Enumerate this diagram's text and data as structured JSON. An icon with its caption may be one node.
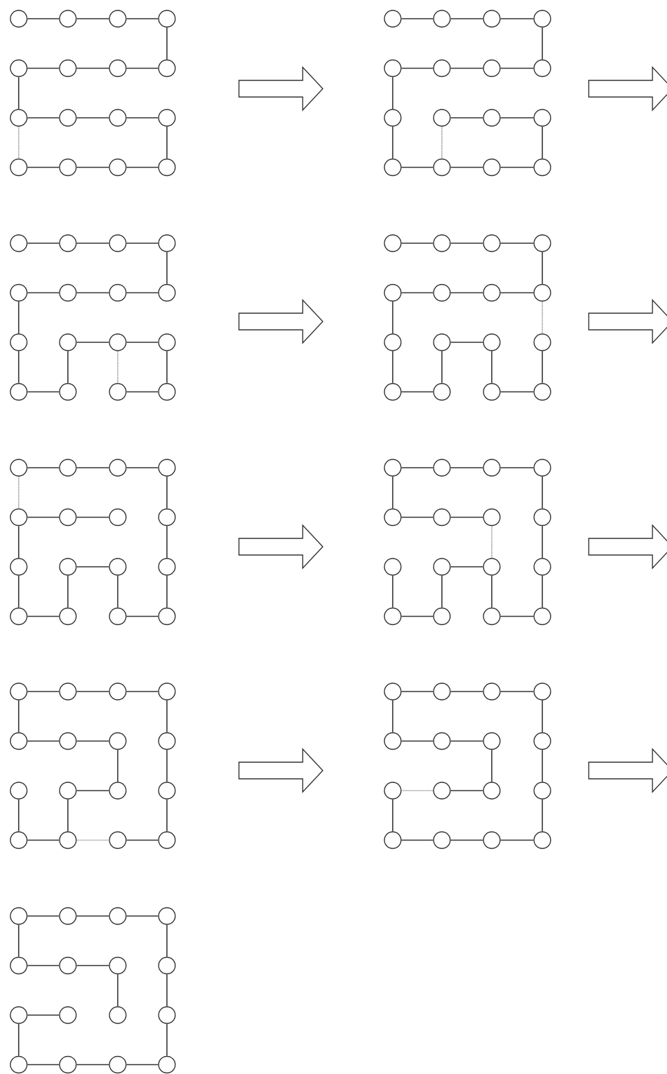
{
  "diagram": {
    "nodes": [
      {
        "text": [],
        "shape": "circle"
      },
      {
        "text": [],
        "shape": "circle"
      },
      {
        "text": [],
        "shape": "circle"
      },
      {
        "text": [],
        "shape": "circle"
      },
      {
        "text": [],
        "shape": "circle"
      },
      {
        "text": [],
        "shape": "circle"
      },
      {
        "text": [],
        "shape": "circle"
      },
      {
        "text": [],
        "shape": "circle"
      },
      {
        "text": [],
        "shape": "circle"
      },
      {
        "text": [],
        "shape": "circle"
      },
      {
        "text": [],
        "shape": "circle"
      },
      {
        "text": [],
        "shape": "circle"
      },
      {
        "text": [],
        "shape": "circle"
      },
      {
        "text": [],
        "shape": "circle"
      },
      {
        "text": [],
        "shape": "circle"
      },
      {
        "text": [],
        "shape": "circle"
      },
      {
        "text": [],
        "shape": "circle"
      },
      {
        "text": [],
        "shape": "circle"
      },
      {
        "text": [],
        "shape": "circle"
      },
      {
        "text": [],
        "shape": "circle"
      },
      {
        "text": [],
        "shape": "circle"
      },
      {
        "text": [],
        "shape": "circle"
      },
      {
        "text": [],
        "shape": "circle"
      },
      {
        "text": [],
        "shape": "circle"
      },
      {
        "text": [],
        "shape": "circle"
      },
      {
        "text": [],
        "shape": "circle"
      },
      {
        "text": [],
        "shape": "circle"
      },
      {
        "text": [],
        "shape": "circle"
      },
      {
        "text": [],
        "shape": "circle"
      },
      {
        "text": [],
        "shape": "circle"
      },
      {
        "text": [],
        "shape": "circle"
      },
      {
        "text": [],
        "shape": "circle"
      },
      {
        "text": [],
        "shape": "circle"
      },
      {
        "text": [],
        "shape": "circle"
      },
      {
        "text": [],
        "shape": "circle"
      },
      {
        "text": [],
        "shape": "circle"
      },
      {
        "text": [],
        "shape": "circle"
      },
      {
        "text": [],
        "shape": "circle"
      },
      {
        "text": [],
        "shape": "circle"
      },
      {
        "text": [],
        "shape": "circle"
      },
      {
        "text": [],
        "shape": "circle"
      },
      {
        "text": [],
        "shape": "circle"
      },
      {
        "text": [],
        "shape": "circle"
      },
      {
        "text": [],
        "shape": "circle"
      },
      {
        "text": [],
        "shape": "circle"
      },
      {
        "text": [],
        "shape": "circle"
      },
      {
        "text": [],
        "shape": "circle"
      },
      {
        "text": [],
        "shape": "circle"
      },
      {
        "text": [],
        "shape": "circle"
      },
      {
        "text": [],
        "shape": "circle"
      },
      {
        "text": [],
        "shape": "circle"
      },
      {
        "text": [],
        "shape": "circle"
      },
      {
        "text": [],
        "shape": "circle"
      },
      {
        "text": [],
        "shape": "circle"
      },
      {
        "text": [],
        "shape": "circle"
      },
      {
        "text": [],
        "shape": "circle"
      },
      {
        "text": [],
        "shape": "circle"
      },
      {
        "text": [],
        "shape": "circle"
      },
      {
        "text": [],
        "shape": "circle"
      },
      {
        "text": [],
        "shape": "circle"
      },
      {
        "text": [],
        "shape": "circle"
      },
      {
        "text": [],
        "shape": "circle"
      },
      {
        "text": [],
        "shape": "circle"
      },
      {
        "text": [],
        "shape": "circle"
      },
      {
        "text": [],
        "shape": "circle"
      },
      {
        "text": [],
        "shape": "circle"
      },
      {
        "text": [],
        "shape": "circle"
      },
      {
        "text": [],
        "shape": "circle"
      },
      {
        "text": [],
        "shape": "circle"
      },
      {
        "text": [],
        "shape": "circle"
      },
      {
        "text": [],
        "shape": "circle"
      },
      {
        "text": [],
        "shape": "circle"
      },
      {
        "text": [],
        "shape": "circle"
      },
      {
        "text": [],
        "shape": "circle"
      },
      {
        "text": [],
        "shape": "circle"
      },
      {
        "text": [],
        "shape": "circle"
      },
      {
        "text": [],
        "shape": "circle"
      },
      {
        "text": [],
        "shape": "circle"
      },
      {
        "text": [],
        "shape": "circle"
      },
      {
        "text": [],
        "shape": "circle"
      },
      {
        "text": [],
        "shape": "circle"
      },
      {
        "text": [],
        "shape": "circle"
      },
      {
        "text": [],
        "shape": "circle"
      },
      {
        "text": [],
        "shape": "circle"
      },
      {
        "text": [],
        "shape": "circle"
      },
      {
        "text": [],
        "shape": "circle"
      },
      {
        "text": [],
        "shape": "circle"
      },
      {
        "text": [],
        "shape": "circle"
      },
      {
        "text": [],
        "shape": "circle"
      },
      {
        "text": [],
        "shape": "circle"
      },
      {
        "text": [],
        "shape": "circle"
      },
      {
        "text": [],
        "shape": "circle"
      },
      {
        "text": [],
        "shape": "circle"
      },
      {
        "text": [],
        "shape": "circle"
      },
      {
        "text": [],
        "shape": "circle"
      },
      {
        "text": [],
        "shape": "circle"
      },
      {
        "text": [],
        "shape": "circle"
      },
      {
        "text": [],
        "shape": "circle"
      },
      {
        "text": [],
        "shape": "circle"
      },
      {
        "text": [],
        "shape": "circle"
      },
      {
        "text": [],
        "shape": "circle"
      },
      {
        "text": [],
        "shape": "circle"
      },
      {
        "text": [],
        "shape": "circle"
      },
      {
        "text": [],
        "shape": "circle"
      },
      {
        "text": [],
        "shape": "circle"
      },
      {
        "text": [],
        "shape": "circle"
      },
      {
        "text": [],
        "shape": "circle"
      },
      {
        "text": [],
        "shape": "circle"
      },
      {
        "text": [],
        "shape": "circle"
      },
      {
        "text": [],
        "shape": "circle"
      },
      {
        "text": [],
        "shape": "circle"
      },
      {
        "text": [],
        "shape": "circle"
      },
      {
        "text": [],
        "shape": "circle"
      },
      {
        "text": [],
        "shape": "circle"
      },
      {
        "text": [],
        "shape": "circle"
      },
      {
        "text": [],
        "shape": "circle"
      },
      {
        "text": [],
        "shape": "circle"
      },
      {
        "text": [],
        "shape": "circle"
      },
      {
        "text": [],
        "shape": "circle"
      },
      {
        "text": [],
        "shape": "circle"
      },
      {
        "text": [],
        "shape": "circle"
      },
      {
        "text": [],
        "shape": "circle"
      },
      {
        "text": [],
        "shape": "circle"
      },
      {
        "text": [],
        "shape": "circle"
      },
      {
        "text": [],
        "shape": "circle"
      },
      {
        "text": [],
        "shape": "circle"
      },
      {
        "text": [],
        "shape": "circle"
      },
      {
        "text": [],
        "shape": "circle"
      },
      {
        "text": [],
        "shape": "circle"
      },
      {
        "text": [],
        "shape": "circle"
      },
      {
        "text": [],
        "shape": "circle"
      },
      {
        "text": [],
        "shape": "circle"
      },
      {
        "text": [],
        "shape": "circle"
      },
      {
        "text": [],
        "shape": "circle"
      },
      {
        "text": [],
        "shape": "circle"
      },
      {
        "text": [],
        "shape": "circle"
      },
      {
        "text": [],
        "shape": "circle"
      },
      {
        "text": [],
        "shape": "circle"
      },
      {
        "text": [],
        "shape": "circle"
      },
      {
        "text": [],
        "shape": "circle"
      },
      {
        "text": [],
        "shape": "circle"
      },
      {
        "text": [],
        "shape": "circle"
      },
      {
        "text": [],
        "shape": "circle"
      },
      {
        "text": [],
        "shape": "circle"
      }
    ],
    "edges": [
      {
        "from": 0,
        "to": 1,
        "arrow": "none"
      },
      {
        "from": 1,
        "to": 2,
        "arrow": "none"
      },
      {
        "from": 2,
        "to": 3,
        "arrow": "none"
      },
      {
        "from": 3,
        "to": 7,
        "arrow": "none"
      },
      {
        "from": 4,
        "to": 5,
        "arrow": "none"
      },
      {
        "from": 5,
        "to": 6,
        "arrow": "none"
      },
      {
        "from": 6,
        "to": 7,
        "arrow": "none"
      },
      {
        "from": 4,
        "to": 8,
        "arrow": "none"
      },
      {
        "from": 8,
        "to": 9,
        "arrow": "none"
      },
      {
        "from": 9,
        "to": 10,
        "arrow": "none"
      },
      {
        "from": 10,
        "to": 11,
        "arrow": "none"
      },
      {
        "from": 11,
        "to": 15,
        "arrow": "none"
      },
      {
        "from": 8,
        "to": 12,
        "arrow": "none",
        "style": "dashed",
        "color": "#888888"
      },
      {
        "from": 12,
        "to": 13,
        "arrow": "none"
      },
      {
        "from": 13,
        "to": 14,
        "arrow": "none"
      },
      {
        "from": 14,
        "to": 15,
        "arrow": "none"
      },
      {
        "from": 16,
        "to": 17,
        "arrow": "none"
      },
      {
        "from": 17,
        "to": 18,
        "arrow": "none"
      },
      {
        "from": 18,
        "to": 19,
        "arrow": "none"
      },
      {
        "from": 19,
        "to": 23,
        "arrow": "none"
      },
      {
        "from": 20,
        "to": 21,
        "arrow": "none"
      },
      {
        "from": 21,
        "to": 22,
        "arrow": "none"
      },
      {
        "from": 22,
        "to": 23,
        "arrow": "none"
      },
      {
        "from": 20,
        "to": 24,
        "arrow": "none"
      },
      {
        "from": 24,
        "to": 28,
        "arrow": "none"
      },
      {
        "from": 25,
        "to": 26,
        "arrow": "none"
      },
      {
        "from": 26,
        "to": 27,
        "arrow": "none"
      },
      {
        "from": 27,
        "to": 31,
        "arrow": "none"
      },
      {
        "from": 25,
        "to": 29,
        "arrow": "none",
        "style": "dashed",
        "color": "#888888"
      },
      {
        "from": 28,
        "to": 29,
        "arrow": "none"
      },
      {
        "from": 29,
        "to": 30,
        "arrow": "none"
      },
      {
        "from": 30,
        "to": 31,
        "arrow": "none"
      },
      {
        "from": 32,
        "to": 33,
        "arrow": "none"
      },
      {
        "from": 33,
        "to": 34,
        "arrow": "none"
      },
      {
        "from": 34,
        "to": 35,
        "arrow": "none"
      },
      {
        "from": 35,
        "to": 39,
        "arrow": "none"
      },
      {
        "from": 36,
        "to": 37,
        "arrow": "none"
      },
      {
        "from": 37,
        "to": 38,
        "arrow": "none"
      },
      {
        "from": 38,
        "to": 39,
        "arrow": "none"
      },
      {
        "from": 36,
        "to": 40,
        "arrow": "none"
      },
      {
        "from": 40,
        "to": 44,
        "arrow": "none"
      },
      {
        "from": 44,
        "to": 45,
        "arrow": "none"
      },
      {
        "from": 41,
        "to": 45,
        "arrow": "none"
      },
      {
        "from": 41,
        "to": 42,
        "arrow": "none"
      },
      {
        "from": 42,
        "to": 43,
        "arrow": "none"
      },
      {
        "from": 42,
        "to": 46,
        "arrow": "none",
        "style": "dashed",
        "color": "#888888"
      },
      {
        "from": 43,
        "to": 47,
        "arrow": "none"
      },
      {
        "from": 46,
        "to": 47,
        "arrow": "none"
      },
      {
        "from": 48,
        "to": 49,
        "arrow": "none"
      },
      {
        "from": 49,
        "to": 50,
        "arrow": "none"
      },
      {
        "from": 50,
        "to": 51,
        "arrow": "none"
      },
      {
        "from": 51,
        "to": 55,
        "arrow": "none"
      },
      {
        "from": 52,
        "to": 53,
        "arrow": "none"
      },
      {
        "from": 53,
        "to": 54,
        "arrow": "none"
      },
      {
        "from": 54,
        "to": 55,
        "arrow": "none"
      },
      {
        "from": 52,
        "to": 56,
        "arrow": "none"
      },
      {
        "from": 56,
        "to": 60,
        "arrow": "none"
      },
      {
        "from": 60,
        "to": 61,
        "arrow": "none"
      },
      {
        "from": 57,
        "to": 61,
        "arrow": "none"
      },
      {
        "from": 57,
        "to": 58,
        "arrow": "none"
      },
      {
        "from": 58,
        "to": 62,
        "arrow": "none"
      },
      {
        "from": 62,
        "to": 63,
        "arrow": "none"
      },
      {
        "from": 59,
        "to": 63,
        "arrow": "none"
      },
      {
        "from": 55,
        "to": 59,
        "arrow": "none",
        "style": "dashed",
        "color": "#888888"
      },
      {
        "from": 64,
        "to": 65,
        "arrow": "none"
      },
      {
        "from": 65,
        "to": 66,
        "arrow": "none"
      },
      {
        "from": 66,
        "to": 67,
        "arrow": "none"
      },
      {
        "from": 64,
        "to": 68,
        "arrow": "none",
        "style": "dashed",
        "color": "#888888"
      },
      {
        "from": 67,
        "to": 71,
        "arrow": "none"
      },
      {
        "from": 68,
        "to": 69,
        "arrow": "none"
      },
      {
        "from": 69,
        "to": 70,
        "arrow": "none"
      },
      {
        "from": 71,
        "to": 75,
        "arrow": "none"
      },
      {
        "from": 68,
        "to": 72,
        "arrow": "none"
      },
      {
        "from": 72,
        "to": 76,
        "arrow": "none"
      },
      {
        "from": 76,
        "to": 77,
        "arrow": "none"
      },
      {
        "from": 73,
        "to": 77,
        "arrow": "none"
      },
      {
        "from": 73,
        "to": 74,
        "arrow": "none"
      },
      {
        "from": 74,
        "to": 78,
        "arrow": "none"
      },
      {
        "from": 78,
        "to": 79,
        "arrow": "none"
      },
      {
        "from": 75,
        "to": 79,
        "arrow": "none"
      },
      {
        "from": 80,
        "to": 81,
        "arrow": "none"
      },
      {
        "from": 81,
        "to": 82,
        "arrow": "none"
      },
      {
        "from": 82,
        "to": 83,
        "arrow": "none"
      },
      {
        "from": 80,
        "to": 84,
        "arrow": "none"
      },
      {
        "from": 83,
        "to": 87,
        "arrow": "none"
      },
      {
        "from": 84,
        "to": 85,
        "arrow": "none"
      },
      {
        "from": 85,
        "to": 86,
        "arrow": "none"
      },
      {
        "from": 87,
        "to": 91,
        "arrow": "none"
      },
      {
        "from": 91,
        "to": 95,
        "arrow": "none"
      },
      {
        "from": 86,
        "to": 90,
        "arrow": "none",
        "style": "dashed",
        "color": "#888888"
      },
      {
        "from": 89,
        "to": 90,
        "arrow": "none"
      },
      {
        "from": 89,
        "to": 93,
        "arrow": "none"
      },
      {
        "from": 90,
        "to": 94,
        "arrow": "none"
      },
      {
        "from": 92,
        "to": 93,
        "arrow": "none"
      },
      {
        "from": 88,
        "to": 92,
        "arrow": "none"
      },
      {
        "from": 94,
        "to": 95,
        "arrow": "none"
      },
      {
        "from": 96,
        "to": 97,
        "arrow": "none"
      },
      {
        "from": 97,
        "to": 98,
        "arrow": "none"
      },
      {
        "from": 98,
        "to": 99,
        "arrow": "none"
      },
      {
        "from": 96,
        "to": 100,
        "arrow": "none"
      },
      {
        "from": 99,
        "to": 103,
        "arrow": "none"
      },
      {
        "from": 100,
        "to": 101,
        "arrow": "none"
      },
      {
        "from": 101,
        "to": 102,
        "arrow": "none"
      },
      {
        "from": 102,
        "to": 106,
        "arrow": "none"
      },
      {
        "from": 103,
        "to": 107,
        "arrow": "none"
      },
      {
        "from": 107,
        "to": 111,
        "arrow": "none"
      },
      {
        "from": 105,
        "to": 106,
        "arrow": "none"
      },
      {
        "from": 105,
        "to": 109,
        "arrow": "none"
      },
      {
        "from": 104,
        "to": 108,
        "arrow": "none"
      },
      {
        "from": 108,
        "to": 109,
        "arrow": "none"
      },
      {
        "from": 109,
        "to": 110,
        "arrow": "none",
        "style": "dashed",
        "color": "#888888"
      },
      {
        "from": 110,
        "to": 111,
        "arrow": "none"
      },
      {
        "from": 112,
        "to": 113,
        "arrow": "none"
      },
      {
        "from": 113,
        "to": 114,
        "arrow": "none"
      },
      {
        "from": 114,
        "to": 115,
        "arrow": "none"
      },
      {
        "from": 112,
        "to": 116,
        "arrow": "none"
      },
      {
        "from": 115,
        "to": 119,
        "arrow": "none"
      },
      {
        "from": 116,
        "to": 117,
        "arrow": "none"
      },
      {
        "from": 117,
        "to": 118,
        "arrow": "none"
      },
      {
        "from": 118,
        "to": 122,
        "arrow": "none"
      },
      {
        "from": 119,
        "to": 123,
        "arrow": "none"
      },
      {
        "from": 123,
        "to": 127,
        "arrow": "none"
      },
      {
        "from": 121,
        "to": 122,
        "arrow": "none"
      },
      {
        "from": 120,
        "to": 121,
        "arrow": "none",
        "style": "dashed",
        "color": "#888888"
      },
      {
        "from": 120,
        "to": 124,
        "arrow": "none"
      },
      {
        "from": 124,
        "to": 125,
        "arrow": "none"
      },
      {
        "from": 125,
        "to": 126,
        "arrow": "none"
      },
      {
        "from": 126,
        "to": 127,
        "arrow": "none"
      },
      {
        "from": 128,
        "to": 129,
        "arrow": "none"
      },
      {
        "from": 129,
        "to": 130,
        "arrow": "none"
      },
      {
        "from": 130,
        "to": 131,
        "arrow": "none"
      },
      {
        "from": 128,
        "to": 132,
        "arrow": "none"
      },
      {
        "from": 131,
        "to": 135,
        "arrow": "none"
      },
      {
        "from": 132,
        "to": 133,
        "arrow": "none"
      },
      {
        "from": 133,
        "to": 134,
        "arrow": "none"
      },
      {
        "from": 134,
        "to": 138,
        "arrow": "none"
      },
      {
        "from": 135,
        "to": 139,
        "arrow": "none"
      },
      {
        "from": 139,
        "to": 143,
        "arrow": "none"
      },
      {
        "from": 136,
        "to": 137,
        "arrow": "none"
      },
      {
        "from": 136,
        "to": 140,
        "arrow": "none"
      },
      {
        "from": 140,
        "to": 141,
        "arrow": "none"
      },
      {
        "from": 141,
        "to": 142,
        "arrow": "none"
      },
      {
        "from": 142,
        "to": 143,
        "arrow": "none"
      }
    ]
  }
}
